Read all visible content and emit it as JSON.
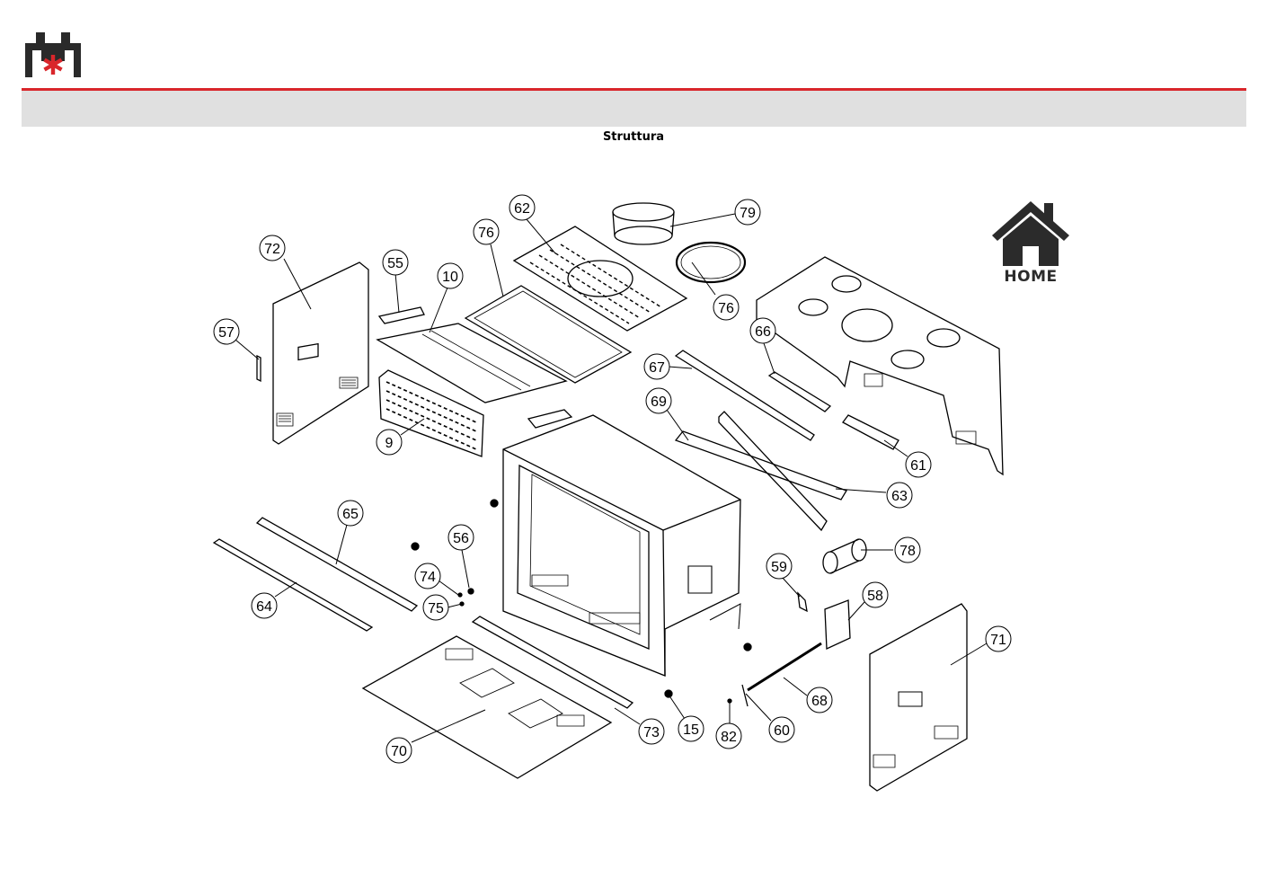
{
  "header": {
    "title": "Struttura",
    "brand_color": "#d9262b",
    "band_color": "#e0e0e0"
  },
  "home_button": {
    "label": "HOME",
    "icon": "house-icon"
  },
  "callouts": [
    "72",
    "57",
    "55",
    "10",
    "76",
    "62",
    "79",
    "76",
    "66",
    "67",
    "69",
    "9",
    "61",
    "63",
    "65",
    "56",
    "74",
    "75",
    "64",
    "78",
    "59",
    "58",
    "71",
    "68",
    "73",
    "15",
    "82",
    "60",
    "70"
  ]
}
